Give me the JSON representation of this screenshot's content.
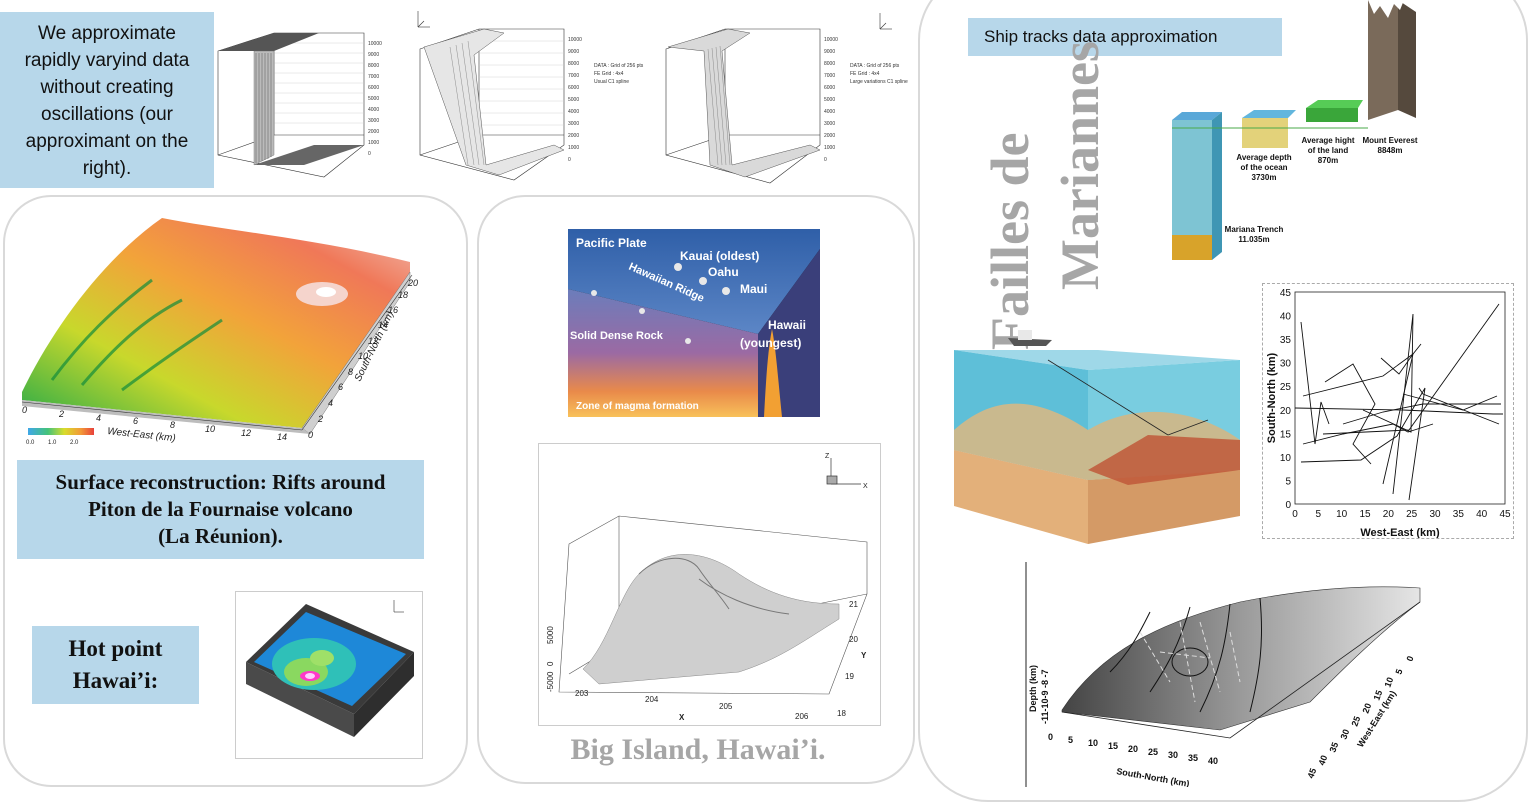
{
  "intro_note": {
    "lines": [
      "We approximate",
      "rapidly varyind data",
      "without creating",
      "oscillations (our",
      "approximant on the",
      "right)."
    ]
  },
  "spline_plots": [
    {
      "name": "spline-plot-raw",
      "ticks": [
        "10000",
        "9000",
        "8000",
        "7000",
        "6000",
        "5000",
        "4000",
        "3000",
        "2000",
        "1000",
        "0"
      ],
      "legend": []
    },
    {
      "name": "spline-plot-usual",
      "ticks": [
        "10000",
        "9000",
        "8000",
        "7000",
        "6000",
        "5000",
        "4000",
        "3000",
        "2000",
        "1000",
        "0"
      ],
      "legend": [
        "DATA : Grid of 256 pts",
        "FE Grid : 4x4",
        "Usual C1 spline"
      ]
    },
    {
      "name": "spline-plot-large",
      "ticks": [
        "10000",
        "9000",
        "8000",
        "7000",
        "6000",
        "5000",
        "4000",
        "3000",
        "2000",
        "1000",
        "0"
      ],
      "legend": [
        "DATA : Grid of 256 pts",
        "FE Grid : 4x4",
        "Large variations C1 spline"
      ]
    }
  ],
  "reunion": {
    "caption_lines": [
      "Surface reconstruction: Rifts around",
      "Piton de la Fournaise volcano",
      "(La Réunion)."
    ],
    "x_axis_label": "West-East (km)",
    "y_axis_label": "South-North (km)",
    "x_ticks": [
      "0",
      "2",
      "4",
      "6",
      "8",
      "10",
      "12",
      "14"
    ],
    "y_ticks": [
      "0",
      "2",
      "4",
      "6",
      "8",
      "10",
      "12",
      "14",
      "16",
      "18",
      "20"
    ],
    "colorbar": [
      "0.0",
      "1.0",
      "2.0"
    ]
  },
  "hawaii_hotpoint": {
    "caption_lines": [
      "Hot point",
      "Hawai’i:"
    ]
  },
  "hawaii_diagram": {
    "labels": {
      "pacific_plate": "Pacific Plate",
      "kauai": "Kauai (oldest)",
      "oahu": "Oahu",
      "maui": "Maui",
      "ridge": "Hawaiian Ridge",
      "rock": "Solid Dense Rock",
      "hawaii_line1": "Hawaii",
      "hawaii_line2": "(youngest)",
      "magma": "Zone of magma formation"
    }
  },
  "big_island": {
    "caption": "Big Island, Hawai’i.",
    "x_label": "X",
    "y_label": "Y",
    "x_ticks": [
      "203",
      "204",
      "205",
      "206"
    ],
    "y_ticks": [
      "21",
      "20",
      "19",
      "18"
    ],
    "z_ticks": [
      "5000",
      "0",
      "-5000"
    ]
  },
  "mariannes": {
    "title_lines": [
      "Failles de",
      "Mariannes"
    ],
    "ship_tracks_label": "Ship tracks data approximation",
    "trench": {
      "ocean_depth": [
        "Average depth",
        "of the ocean",
        "3730m"
      ],
      "land_height": [
        "Average hight",
        "of the land",
        "870m"
      ],
      "everest": [
        "Mount Everest",
        "8848m"
      ],
      "mariana": [
        "Mariana Trench",
        "11.035m"
      ]
    }
  },
  "ship_tracks_chart": {
    "x_label": "West-East (km)",
    "y_label": "South-North (km)",
    "x_ticks": [
      "0",
      "5",
      "10",
      "15",
      "20",
      "25",
      "30",
      "35",
      "40",
      "45"
    ],
    "y_ticks": [
      "0",
      "5",
      "10",
      "15",
      "20",
      "25",
      "30",
      "35",
      "40",
      "45"
    ]
  },
  "depth_surface": {
    "depth_label": "Depth (km)",
    "depth_ticks": "-11-10-9 -8 -7",
    "south_north_label": "South-North (km)",
    "west_east_label": "West-East (km)",
    "sn_ticks": [
      "0",
      "5",
      "10",
      "15",
      "20",
      "25",
      "30",
      "35",
      "40"
    ],
    "we_ticks": [
      "0",
      "5",
      "10",
      "15",
      "20",
      "25",
      "30",
      "35",
      "40",
      "45"
    ]
  }
}
